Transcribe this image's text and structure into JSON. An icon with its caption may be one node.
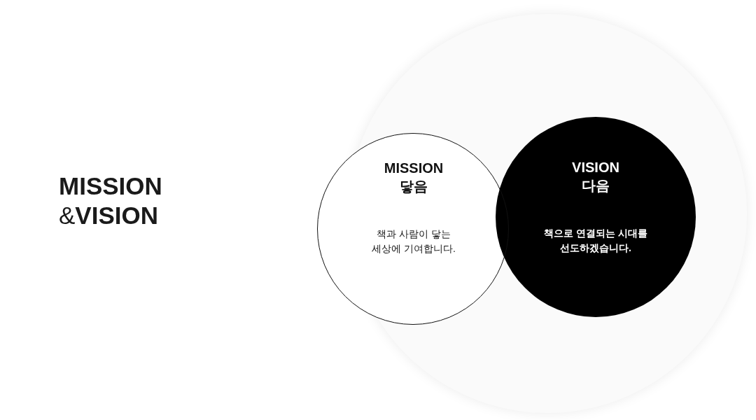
{
  "diagram": {
    "title": "**MISSION** &**VISION**",
    "nodes": [
      {
        "text": [
          "MISSION 닿음",
          "책과 사람이 닿는 세상에 기여합니다."
        ]
      },
      {
        "text": [
          "VISION 다음",
          "책으로 연결되는 시대를 선도하겠습니다."
        ]
      }
    ],
    "edges": []
  }
}
